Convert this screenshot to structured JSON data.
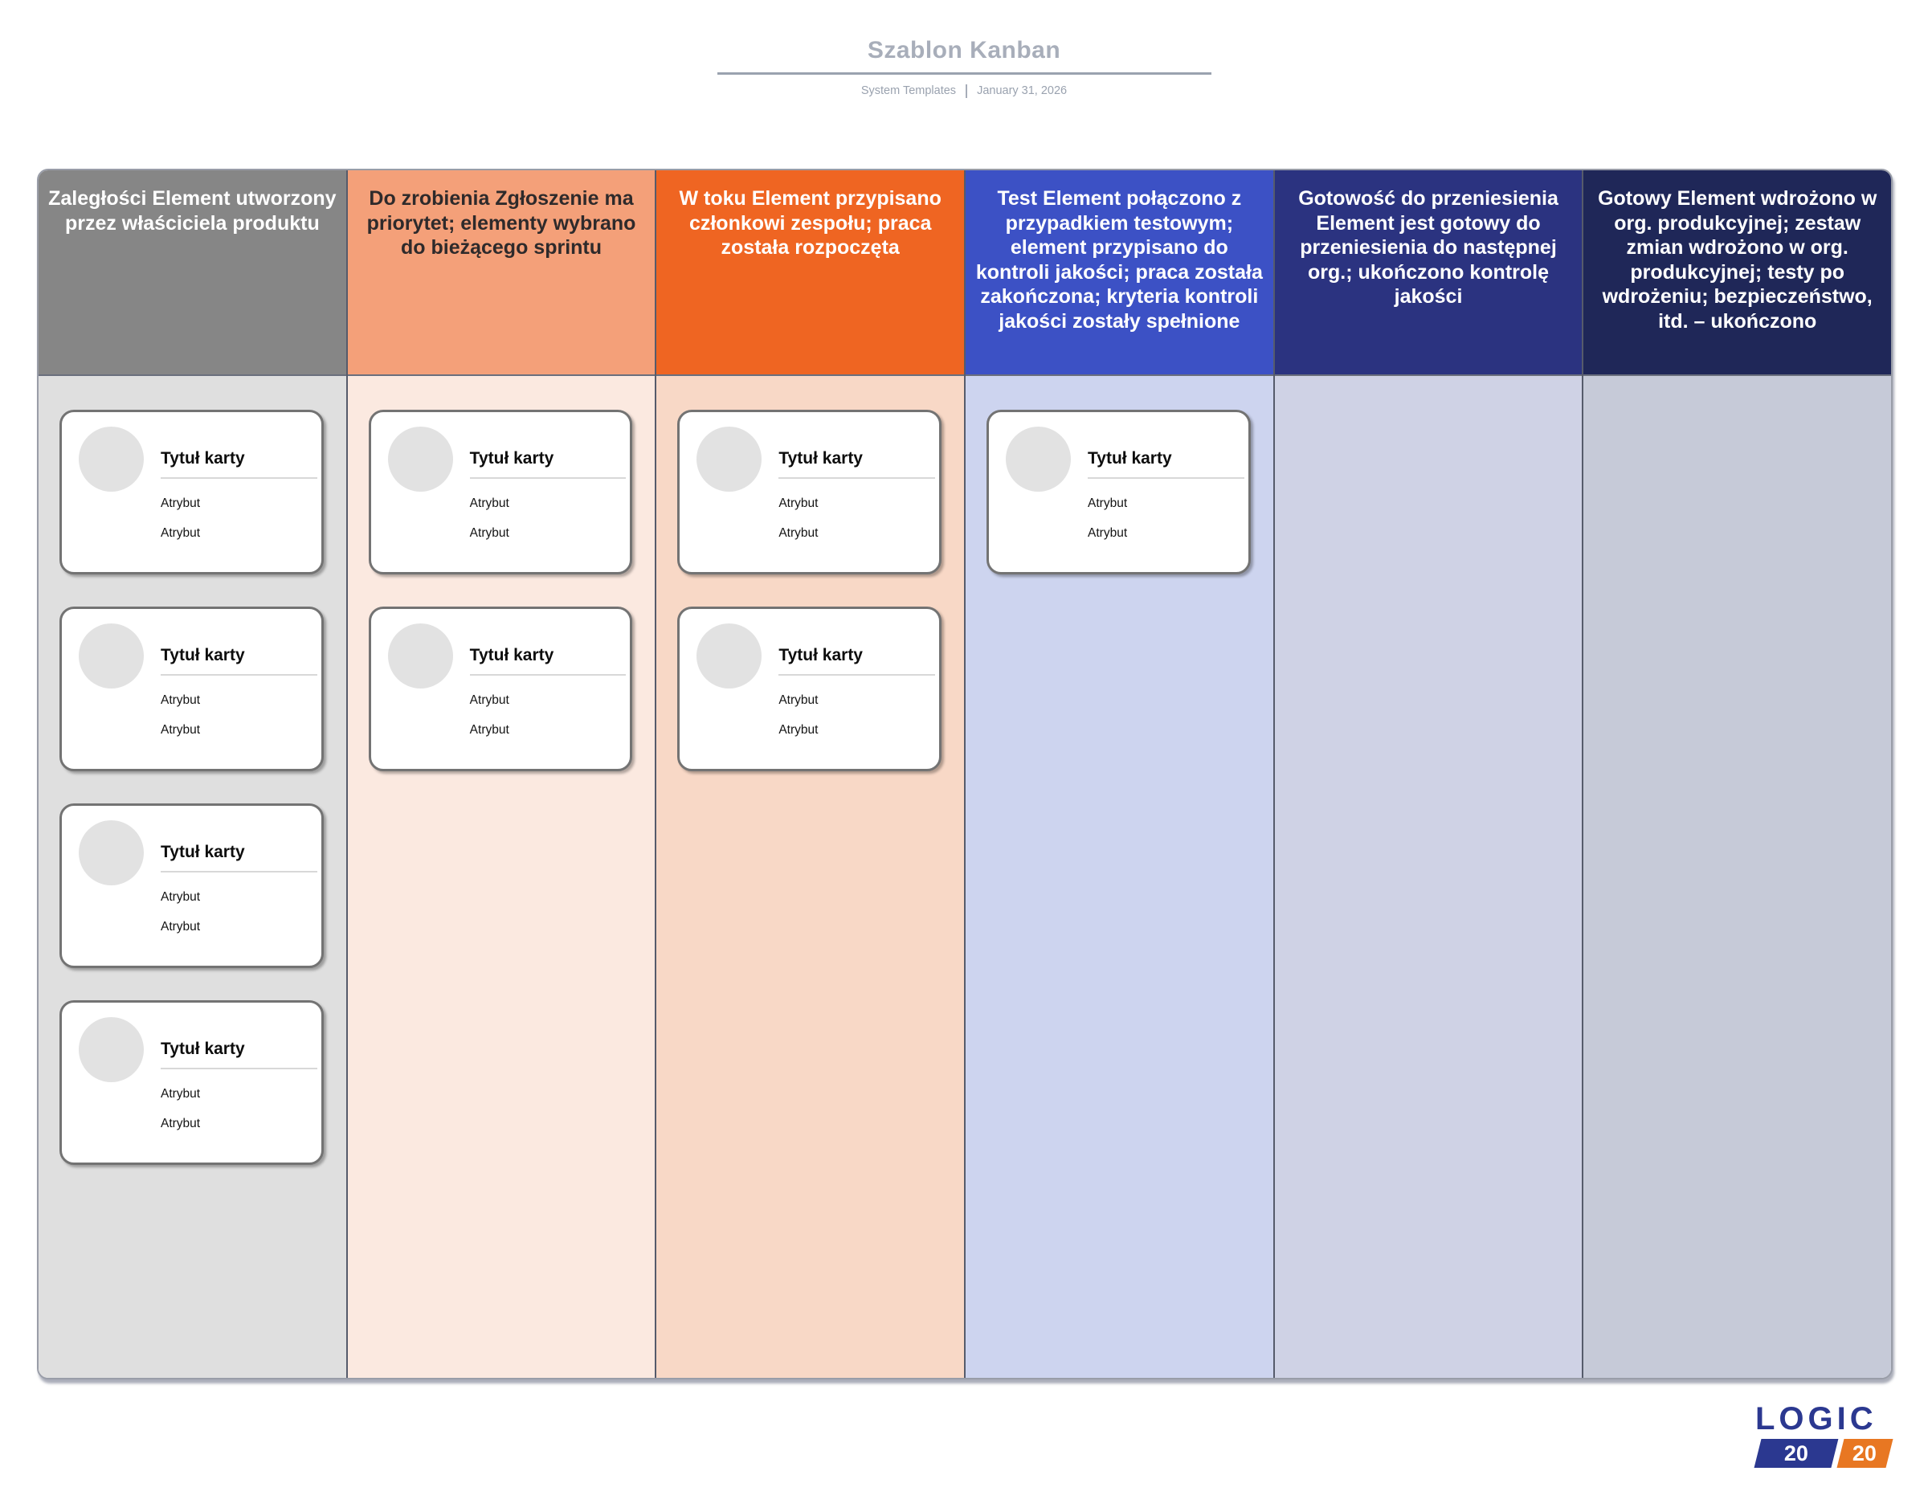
{
  "header": {
    "title": "Szablon Kanban",
    "meta_left": "System Templates",
    "meta_right": "January 31, 2026"
  },
  "card_template": {
    "title": "Tytuł karty",
    "attributes": [
      "Atrybut",
      "Atrybut"
    ]
  },
  "board": {
    "columns": [
      {
        "id": "zaleglosci",
        "label": "Zaległości Element utworzony przez właściciela produktu",
        "header_bg": "#868686",
        "header_fg": "#FFFFFF",
        "body_bg": "#DFDFDF",
        "card_count": 4
      },
      {
        "id": "do-zrobienia",
        "label": "Do zrobienia Zgłoszenie ma priorytet; elementy wybrano do bieżącego sprintu",
        "header_bg": "#F4A079",
        "header_fg": "#2E2A2B",
        "body_bg": "#FBE9E0",
        "card_count": 2
      },
      {
        "id": "w-toku",
        "label": "W toku Element przypisano członkowi zespołu; praca została rozpoczęta",
        "header_bg": "#EF6522",
        "header_fg": "#FFFFFF",
        "body_bg": "#F8D8C6",
        "card_count": 2
      },
      {
        "id": "test",
        "label": "Test Element połączono z przypadkiem testowym; element przypisano do kontroli jakości; praca została zakończona; kryteria kontroli jakości zostały spełnione",
        "header_bg": "#3C51C5",
        "header_fg": "#FFFFFF",
        "body_bg": "#CDD4EF",
        "card_count": 1
      },
      {
        "id": "gotowosc-do-przeniesienia",
        "label": "Gotowość do przeniesienia Element jest gotowy do przeniesienia do następnej org.; ukończono kontrolę jakości",
        "header_bg": "#2B3380",
        "header_fg": "#FFFFFF",
        "body_bg": "#CFD2E5",
        "card_count": 0
      },
      {
        "id": "gotowy",
        "label": "Gotowy Element wdrożono w org. produkcyjnej; zestaw zmian wdrożono w org. produkcyjnej; testy po wdrożeniu; bezpieczeństwo, itd. – ukończono",
        "header_bg": "#1F2758",
        "header_fg": "#FFFFFF",
        "body_bg": "#C6CAD8",
        "card_count": 0
      }
    ]
  },
  "logo": {
    "word": "LOGIC",
    "left_number": "20",
    "right_number": "20",
    "blue": "#2B3890",
    "orange": "#E87722"
  }
}
